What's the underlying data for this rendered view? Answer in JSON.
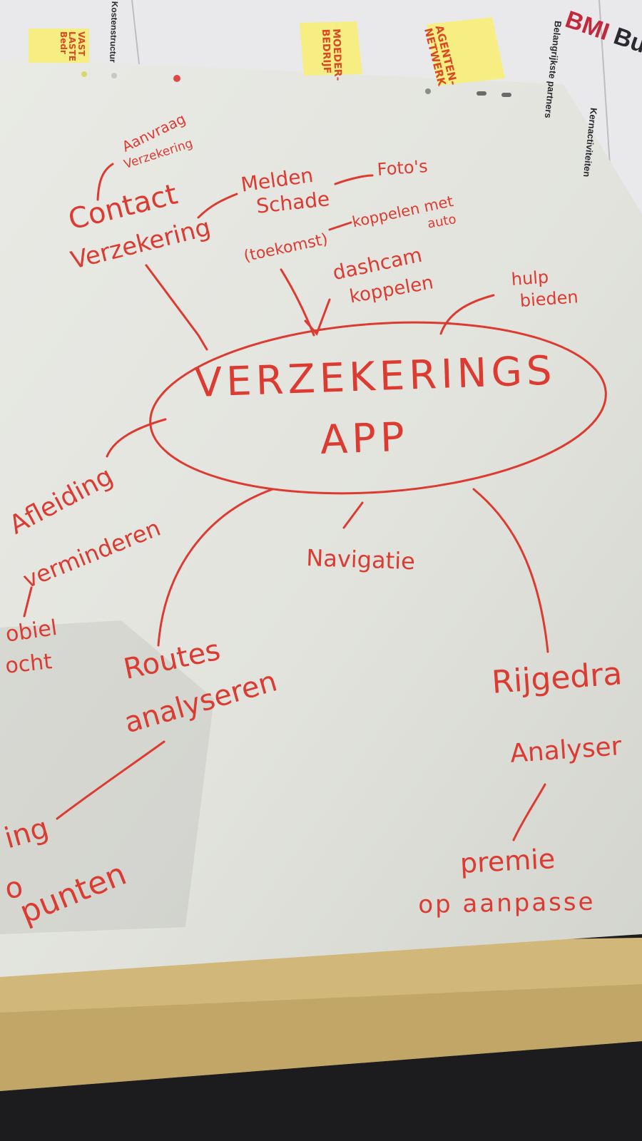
{
  "poster": {
    "brand": "BMI",
    "title": "Business mod",
    "section_partners": "Belangrijkste partners",
    "section_activities": "Kernactiviteiten",
    "section_costs": "Kostenstructur",
    "sticky_notes": [
      {
        "line1": "AGENTEN-",
        "line2": "NETWERK"
      },
      {
        "line1": "MOEDER-",
        "line2": "BEDRIJF"
      },
      {
        "line1": "VAST",
        "line2": "LASTE",
        "line3": "Bedr"
      }
    ]
  },
  "flipchart": {
    "center": {
      "line1": "VERZEKERINGS",
      "line2": "APP"
    },
    "branches": {
      "contact": {
        "line1": "Contact",
        "line2": "Verzekering"
      },
      "aanvraag": {
        "line1": "Aanvraag",
        "line2": "Verzekering"
      },
      "melden": {
        "line1": "Melden",
        "line2": "Schade"
      },
      "fotos": "Foto's",
      "toekomst": "(toekomst)",
      "koppelen": {
        "line1": "koppelen met",
        "line2": "auto"
      },
      "dashcam": {
        "line1": "dashcam",
        "line2": "koppelen"
      },
      "hulp": {
        "line1": "hulp",
        "line2": "bieden"
      },
      "afleiding": {
        "line1": "Afleiding",
        "line2": "verminderen"
      },
      "mobiel": {
        "line1": "obiel",
        "line2": "ocht"
      },
      "navigatie": "Navigatie",
      "routes": {
        "line1": "Routes",
        "line2": "analyseren"
      },
      "punten": {
        "line1": "ing",
        "line2": "o",
        "line3": "punten"
      },
      "rijgedrag": {
        "line1": "Rijgedra",
        "line2": "Analyser"
      },
      "premie": {
        "line1": "premie",
        "line2": "op aanpasse"
      }
    }
  },
  "colors": {
    "ink": "#dc3b32",
    "paper": "#e3e4de",
    "poster": "#e9e9ec",
    "sticky": "#f6ee83",
    "table": "#d2b77a",
    "floor": "#1c1b1d"
  }
}
